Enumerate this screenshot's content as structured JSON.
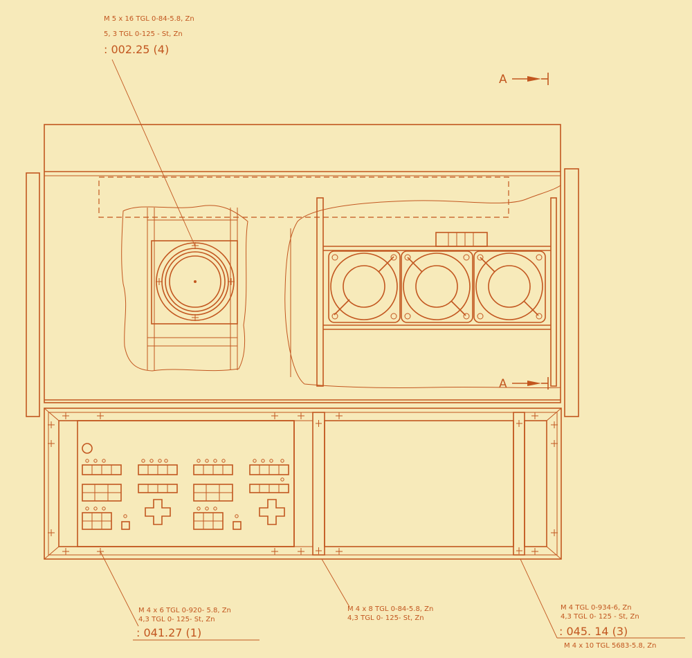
{
  "callouts": {
    "top": {
      "spec1": "M 5 x 16 TGL 0-84-5.8, Zn",
      "spec2": "5, 3 TGL 0-125 - St, Zn",
      "ref": ": 002.25 (4)"
    },
    "bottom_left": {
      "spec1": "M 4 x 6 TGL 0-920- 5.8, Zn",
      "spec2": "4,3 TGL 0- 125- St, Zn",
      "ref": ": 041.27 (1)"
    },
    "bottom_mid": {
      "spec1": "M 4 x 8 TGL 0-84-5.8, Zn",
      "spec2": "4,3 TGL 0- 125- St, Zn"
    },
    "bottom_right": {
      "spec1": "M 4 TGL 0-934-6, Zn",
      "spec2": "4,3 TGL 0- 125 - St, Zn",
      "ref": ": 045. 14 (3)",
      "spec3": "M 4 x 10 TGL 5683-5.8, Zn"
    }
  },
  "section_marks": {
    "upper": "A",
    "lower": "A"
  },
  "colors": {
    "paper": "#f7eaba",
    "ink": "#c2561f"
  }
}
